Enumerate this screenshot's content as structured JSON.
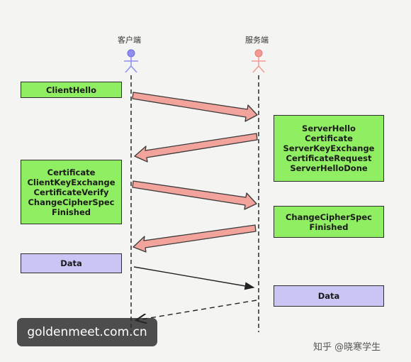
{
  "actors": {
    "client": "客户端",
    "server": "服务端"
  },
  "boxes": {
    "client_hello": [
      "ClientHello"
    ],
    "server_hello": [
      "ServerHello",
      "Certificate",
      "ServerKeyExchange",
      "CertificateRequest",
      "ServerHelloDone"
    ],
    "client_cert": [
      "Certificate",
      "ClientKeyExchange",
      "CertificateVerify",
      "ChangeCipherSpec",
      "Finished"
    ],
    "server_ccs": [
      "ChangeCipherSpec",
      "Finished"
    ],
    "client_data": [
      "Data"
    ],
    "server_data": [
      "Data"
    ]
  },
  "watermarks": {
    "site": "goldenmeet.com.cn",
    "author": "知乎 @晓寒学生"
  },
  "colors": {
    "handshake_box": "#90ee62",
    "data_box": "#c9c6f6",
    "arrow_fill": "#f2a39b",
    "client_actor": "#8f8ff0",
    "server_actor": "#f39b93"
  }
}
